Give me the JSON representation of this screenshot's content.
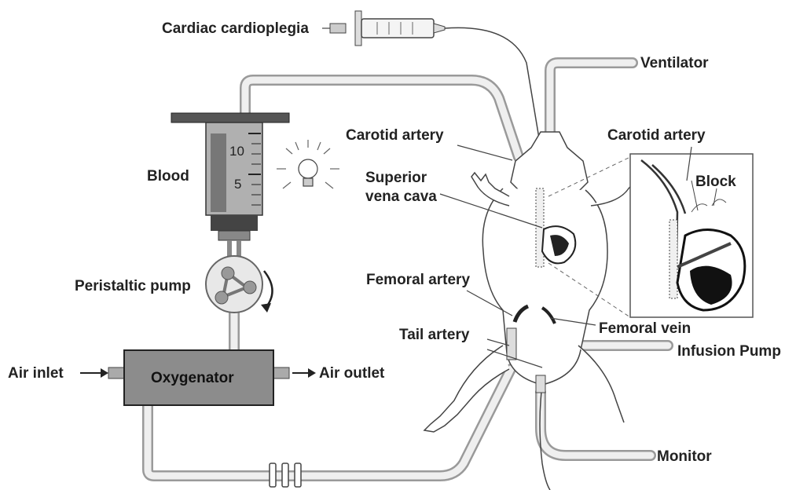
{
  "labels": {
    "cardioplegia": "Cardiac cardioplegia",
    "ventilator": "Ventilator",
    "blood": "Blood",
    "carotid_left": "Carotid artery",
    "carotid_right": "Carotid artery",
    "superior_line1": "Superior",
    "superior_line2": "vena cava",
    "block": "Block",
    "peristaltic_pump": "Peristaltic pump",
    "femoral_artery": "Femoral artery",
    "femoral_vein": "Femoral vein",
    "tail_artery": "Tail artery",
    "infusion_pump": "Infusion Pump",
    "air_inlet": "Air inlet",
    "air_outlet": "Air outlet",
    "oxygenator": "Oxygenator",
    "monitor": "Monitor"
  },
  "reservoir_ticks": [
    "10",
    "5"
  ],
  "colors": {
    "tube": "#9a9a9a",
    "oxygenator_fill": "#8c8c8c",
    "reservoir_dark": "#555555"
  }
}
